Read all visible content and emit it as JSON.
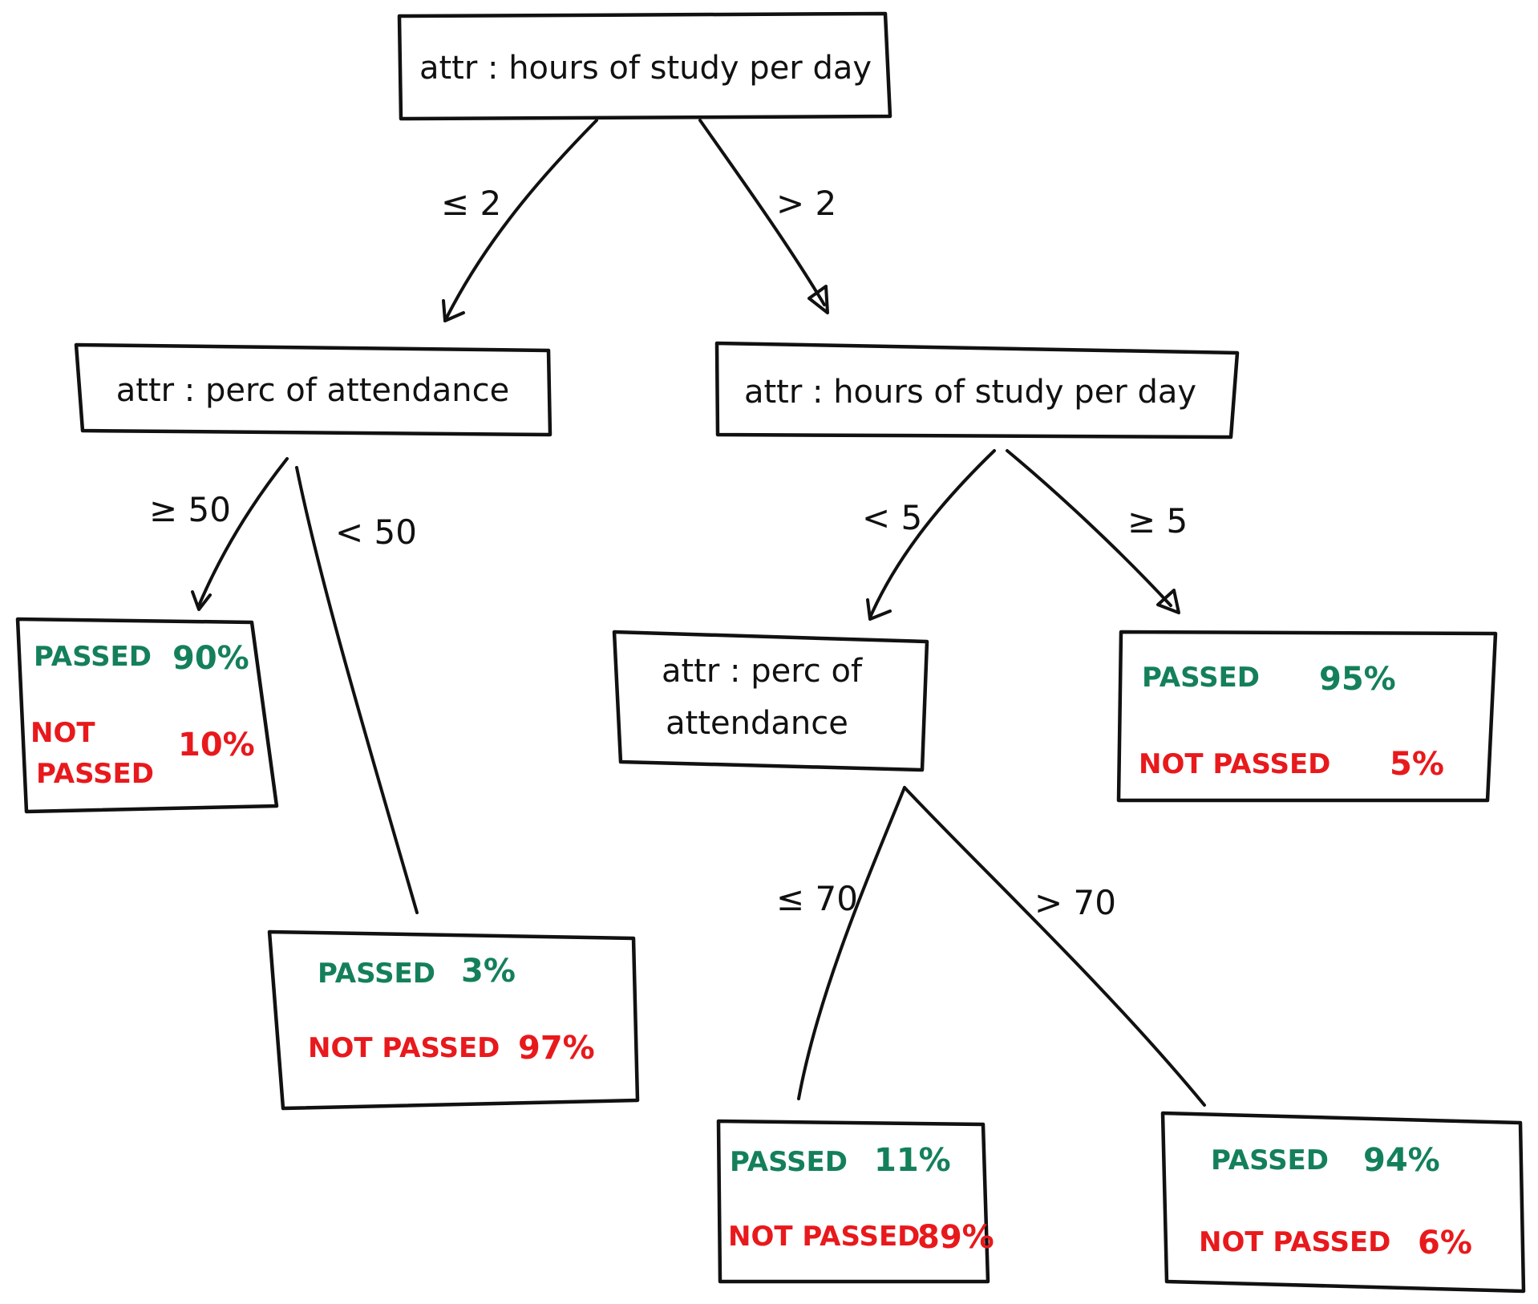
{
  "colors": {
    "ink": "#111111",
    "passed": "#14805a",
    "not_passed": "#e8191c"
  },
  "nodes": {
    "root": {
      "label": "attr : hours of study per day"
    },
    "left": {
      "label": "attr : perc of attendance"
    },
    "right": {
      "label": "attr : hours of study per day"
    },
    "right_left": {
      "label_line1": "attr : perc of",
      "label_line2": "attendance"
    }
  },
  "edges": {
    "root_left": "≤ 2",
    "root_right": "> 2",
    "left_left": "≥ 50",
    "left_right": "< 50",
    "right_left": "< 5",
    "right_right": "≥ 5",
    "rl_left": "≤ 70",
    "rl_right": "> 70"
  },
  "leaves": {
    "leaf_a": {
      "passed_label": "PASSED",
      "passed_value": "90%",
      "not_passed_line1": "NOT",
      "not_passed_line2": "PASSED",
      "not_passed_value": "10%"
    },
    "leaf_b": {
      "passed_label": "PASSED",
      "passed_value": "3%",
      "not_passed_label": "NOT PASSED",
      "not_passed_value": "97%"
    },
    "leaf_c": {
      "passed_label": "PASSED",
      "passed_value": "95%",
      "not_passed_label": "NOT PASSED",
      "not_passed_value": "5%"
    },
    "leaf_d": {
      "passed_label": "PASSED",
      "passed_value": "11%",
      "not_passed_label": "NOT PASSED",
      "not_passed_value": "89%"
    },
    "leaf_e": {
      "passed_label": "PASSED",
      "passed_value": "94%",
      "not_passed_label": "NOT PASSED",
      "not_passed_value": "6%"
    }
  }
}
